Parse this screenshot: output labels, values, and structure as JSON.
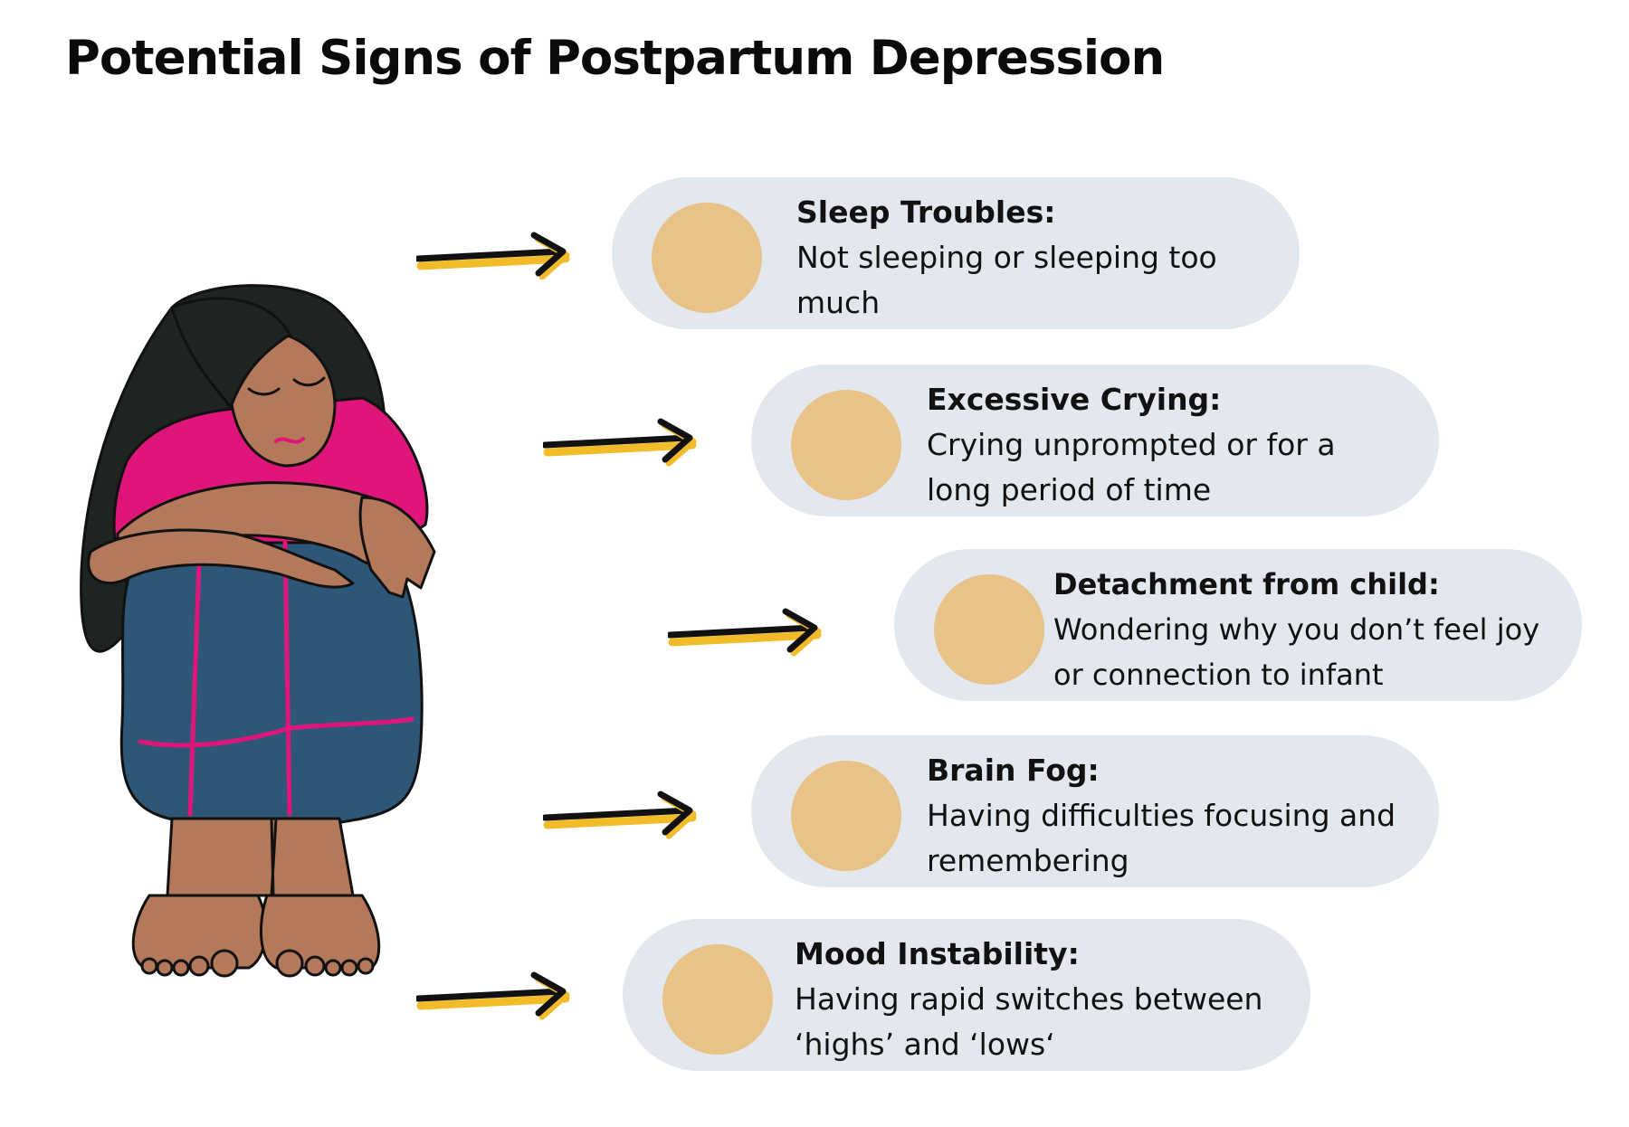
{
  "title": "Potential Signs of Postpartum Depression",
  "colors": {
    "card_background": "#e3e8ee",
    "circle_fill": "#e8c286",
    "arrow_black": "#111111",
    "arrow_shadow": "#f2bb2a",
    "shirt": "#e0157a",
    "jeans": "#2e5677",
    "skin": "#b4785a",
    "hair": "#1e2420"
  },
  "signs": [
    {
      "heading": "Sleep Troubles:",
      "body": "Not sleeping or sleeping too much",
      "icon": "arrow-right-icon"
    },
    {
      "heading": "Excessive Crying:",
      "body": "Crying unprompted or for a long period of time",
      "icon": "arrow-right-icon"
    },
    {
      "heading": "Detachment from child:",
      "body": "Wondering why you don’t feel joy or connection to infant",
      "icon": "arrow-right-icon"
    },
    {
      "heading": "Brain Fog:",
      "body": "Having difficulties focusing and remembering",
      "icon": "arrow-right-icon"
    },
    {
      "heading": "Mood Instability:",
      "body": "Having rapid switches between ‘highs’ and ‘lows‘",
      "icon": "arrow-right-icon"
    }
  ]
}
